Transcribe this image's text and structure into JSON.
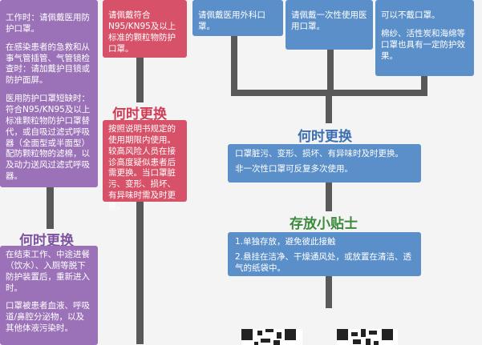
{
  "colors": {
    "purple": "#9b72b8",
    "red": "#d75168",
    "blue": "#5b8fc9",
    "heading_purple": "#7c529e",
    "heading_red": "#d23b55",
    "heading_blue": "#3b6fb0",
    "heading_green": "#3b8a3d",
    "line": "#595959"
  },
  "purple_top": {
    "paragraphs": [
      "工作时：请佩戴医用防护口罩。",
      "在感染患者的急救和从事气管插管、气管镜检查时：请加戴护目镜或防护面屏。",
      "医用防护口罩短缺时：符合N95/KN95及以上标准颗粒物防护口罩替代，或自吸过滤式呼吸器（全面型或半面型）配防颗粒物的滤棉，以及动力送风过滤式呼吸器。"
    ]
  },
  "purple_heading": "何时更换",
  "purple_bottom": {
    "paragraphs": [
      "在结束工作、中途进餐（饮水）、入厕等脱下防护装置后，重新进入时。",
      "口罩被患者血液、呼吸道/鼻腔分泌物，以及其他体液污染时。"
    ]
  },
  "red_top": {
    "text": "请佩戴符合N95/KN95及以上标准的颗粒物防护口罩。"
  },
  "red_heading": "何时更换",
  "red_bottom": {
    "text": "按照说明书规定的使用期限内使用。较高风险人员在接诊高度疑似患者后需更换。当口罩脏污、变形、损坏、有异味时需及时更换。"
  },
  "blue_top": [
    {
      "text": "请佩戴医用外科口罩。"
    },
    {
      "text": "请佩戴一次性使用医用口罩。"
    },
    {
      "paragraphs": [
        "可以不戴口罩。",
        "棉纱、活性炭和海绵等口罩也具有一定防护效果。"
      ]
    }
  ],
  "blue_heading": "何时更换",
  "blue_change": {
    "paragraphs": [
      "口罩脏污、变形、损坏、有异味时及时更换。",
      "非一次性口罩可反复多次使用。"
    ]
  },
  "storage_heading": "存放小贴士",
  "storage": {
    "paragraphs": [
      "1.单独存放，避免彼此接触",
      "2.悬挂在洁净、干燥通风处，或放置在清洁、透气的纸袋中。"
    ]
  }
}
